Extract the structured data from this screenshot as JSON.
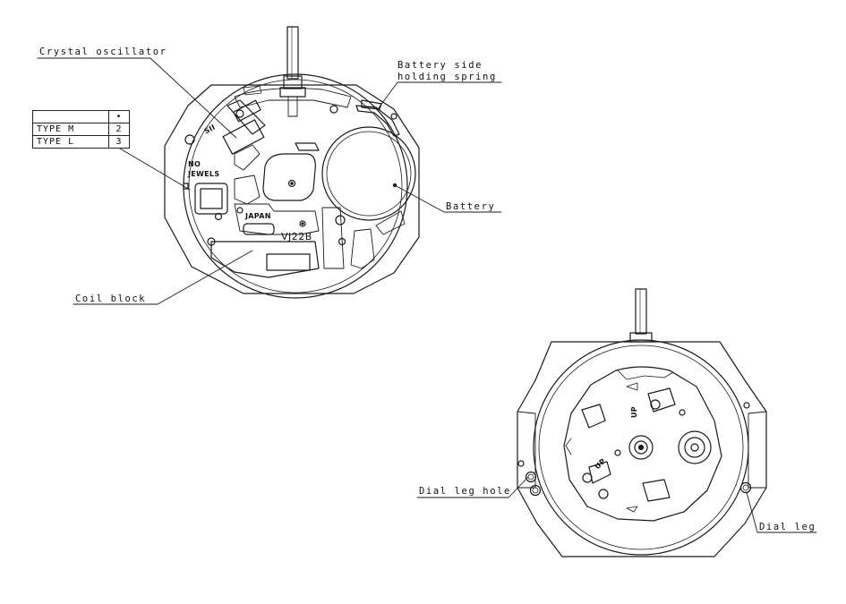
{
  "labels": {
    "crystal_oscillator": "Crystal oscillator",
    "battery_spring": [
      "Battery side",
      "holding spring"
    ],
    "battery": "Battery",
    "coil_block": "Coil block",
    "dial_leg_hole": "Dial leg hole",
    "dial_leg": "Dial leg"
  },
  "engravings": {
    "sii": "SII",
    "no_jewels": [
      "NO",
      "JEWELS"
    ],
    "japan": "JAPAN",
    "model": "VJ22B",
    "up_1": "UP",
    "up_2": "UP"
  },
  "type_table": {
    "header": [
      "",
      "•"
    ],
    "rows": [
      {
        "type": "TYPE M",
        "value": "2"
      },
      {
        "type": "TYPE L",
        "value": "3"
      }
    ]
  }
}
